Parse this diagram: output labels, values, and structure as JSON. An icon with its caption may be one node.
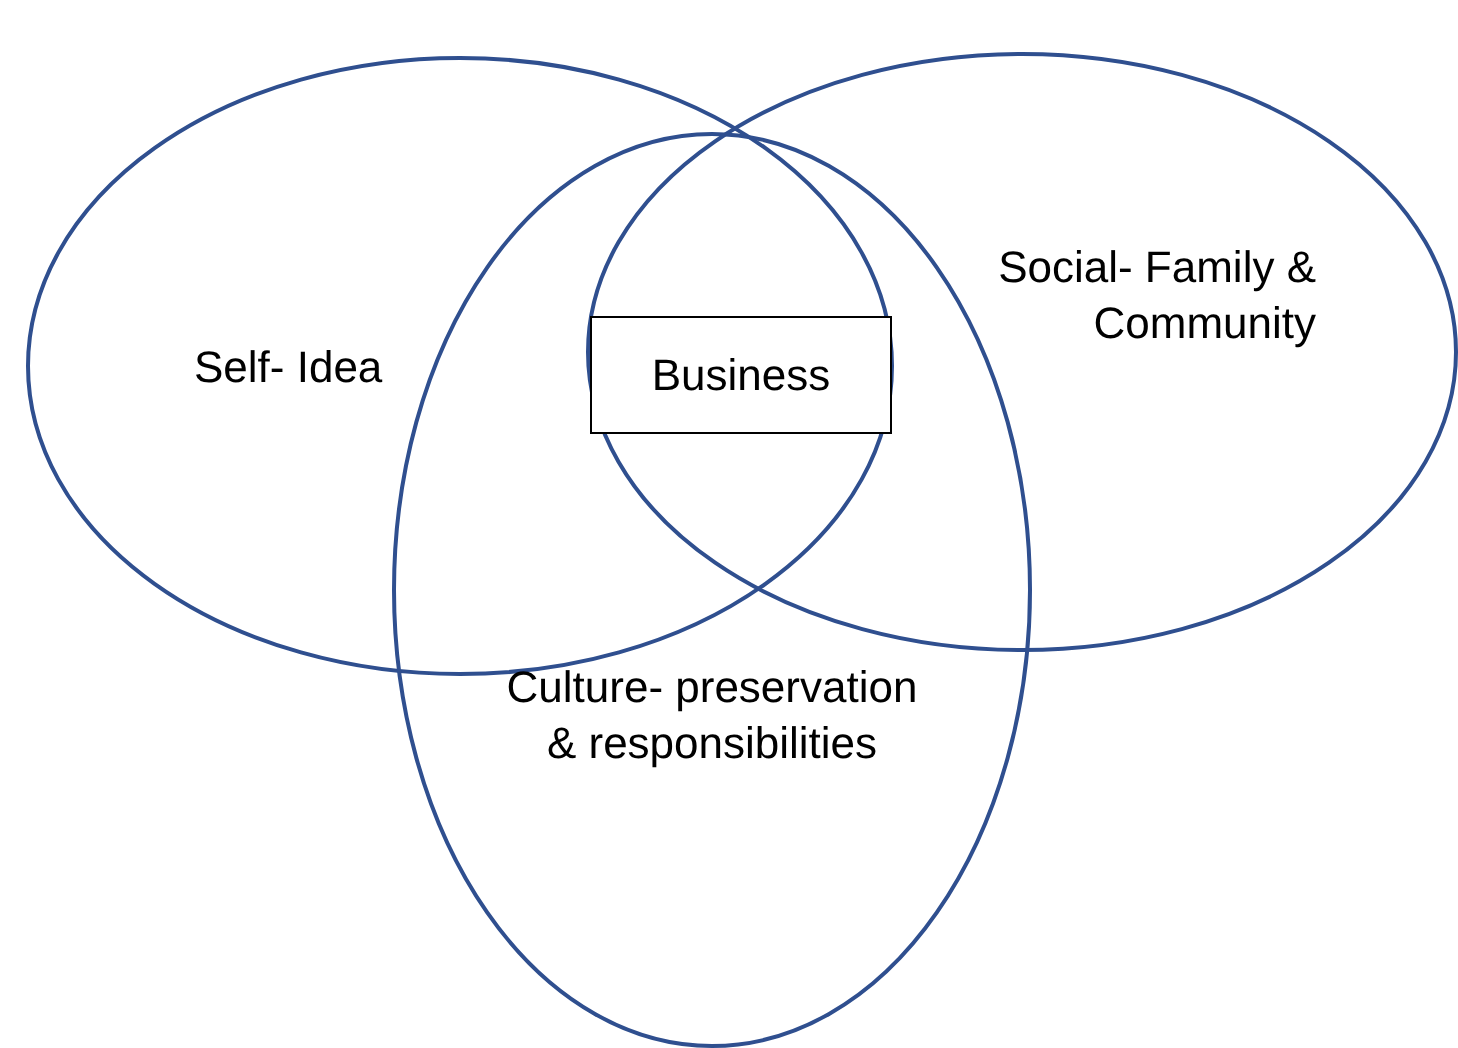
{
  "diagram": {
    "nodes": [
      {
        "text": [
          "Self- Idea"
        ]
      },
      {
        "text": [
          "Social- Family & Community"
        ]
      },
      {
        "text": [
          "Culture- preservation & responsibilities"
        ]
      },
      {
        "text": [
          "Business"
        ]
      }
    ]
  }
}
